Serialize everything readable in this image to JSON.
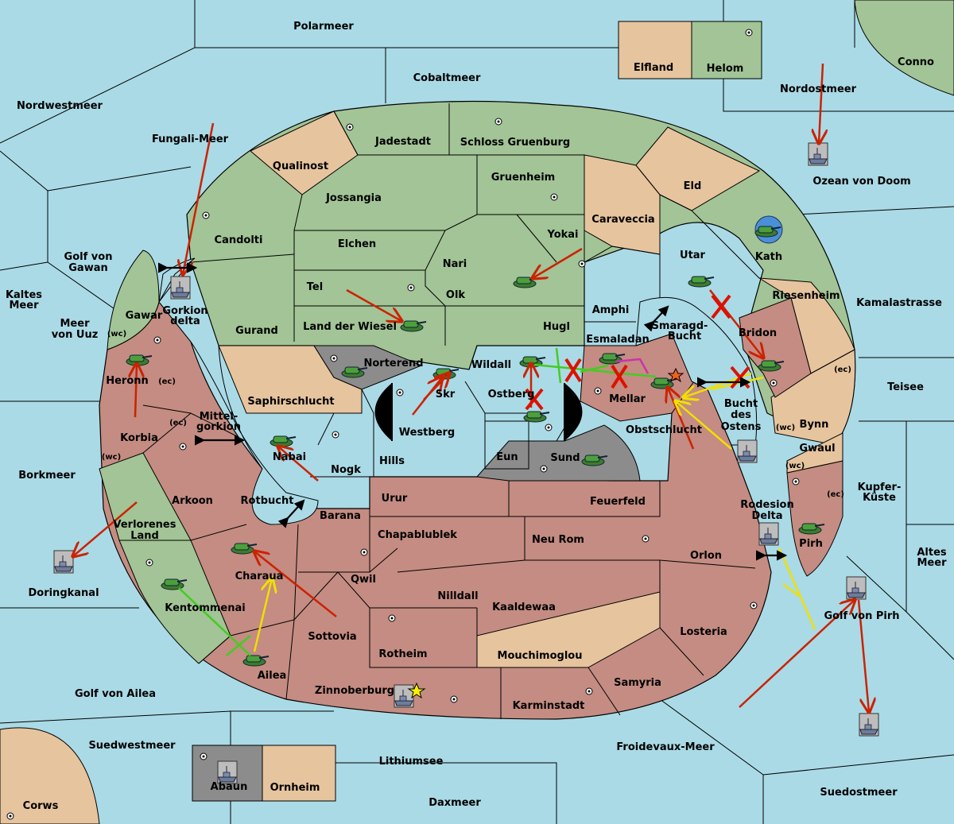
{
  "colors": {
    "sea": "#aadae6",
    "green": "#a2c496",
    "red": "#c48c82",
    "tan": "#e6c49e",
    "grey": "#8c8c8c",
    "order_move": "#cc2200",
    "order_support": "#f0e000",
    "order_convoy": "#44cc22"
  },
  "labels": {
    "polarmeer": "Polarmeer",
    "cobaltmeer": "Cobaltmeer",
    "nordwestmeer": "Nordwestmeer",
    "fungali": "Fungali-Meer",
    "nordostmeer": "Nordostmeer",
    "conno": "Conno",
    "elfland": "Elfland",
    "helom": "Helom",
    "ozean": "Ozean von Doom",
    "kamalastrasse": "Kamalastrasse",
    "teisee": "Teisee",
    "kupfer1": "Kupfer-",
    "kupfer2": "Küste",
    "altes1": "Altes",
    "altes2": "Meer",
    "kaltes1": "Kaltes",
    "kaltes2": "Meer",
    "golfgawan1": "Golf von",
    "golfgawan2": "Gawan",
    "meeruuz1": "Meer",
    "meeruuz2": "von Uuz",
    "borkmeer": "Borkmeer",
    "doringkanal": "Doringkanal",
    "golfailea": "Golf von Ailea",
    "suedwestmeer": "Suedwestmeer",
    "corws": "Corws",
    "lithiumsee": "Lithiumsee",
    "daxmeer": "Daxmeer",
    "froidevaux": "Froidevaux-Meer",
    "suedostmeer": "Suedostmeer",
    "golfpirh": "Golf von Pirh",
    "abaun": "Abaun",
    "ornheim": "Ornheim",
    "jadestadt": "Jadestadt",
    "schloss": "Schloss Gruenburg",
    "qualinost": "Qualinost",
    "gruenheim": "Gruenheim",
    "eld": "Eld",
    "jossangia": "Jossangia",
    "caraveccia": "Caraveccia",
    "candolti": "Candolti",
    "elchen": "Elchen",
    "yokai": "Yokai",
    "nari": "Nari",
    "utar": "Utar",
    "kath": "Kath",
    "tel": "Tel",
    "olk": "Olk",
    "amphi": "Amphi",
    "riesenheim": "Riesenheim",
    "gurand": "Gurand",
    "landwiesel": "Land der Wiesel",
    "hugl": "Hugl",
    "smaragd1": "Smaragd-",
    "smaragd2": "Bucht",
    "bridon": "Bridon",
    "gorkion1": "Gorkion",
    "gorkion2": "delta",
    "gawar": "Gawar",
    "esmaladan": "Esmaladan",
    "norterend": "Norterend",
    "wildall": "Wildall",
    "heronn": "Heronn",
    "ostberg": "Ostberg",
    "mellar": "Mellar",
    "skr": "Skr",
    "saphir": "Saphirschlucht",
    "bucht1": "Bucht",
    "bucht2": "des",
    "bucht3": "Ostens",
    "westberg": "Westberg",
    "obstschlucht": "Obstschlucht",
    "mittel1": "Mittel-",
    "mittel2": "gorkion",
    "korbia": "Korbia",
    "bynn": "Bynn",
    "gwaul": "Gwaul",
    "nabai": "Nabai",
    "hills": "Hills",
    "eun": "Eun",
    "sund": "Sund",
    "nogk": "Nogk",
    "arkoon": "Arkoon",
    "rotbucht": "Rotbucht",
    "urur": "Urur",
    "feuerfeld": "Feuerfeld",
    "rodesion1": "Rodesion",
    "rodesion2": "Delta",
    "barana": "Barana",
    "verlorenes1": "Verlorenes",
    "verlorenes2": "Land",
    "chapa": "Chapablublek",
    "neurom": "Neu Rom",
    "pirh": "Pirh",
    "orlon": "Orlon",
    "charaua": "Charaua",
    "qwil": "Qwil",
    "nilldall": "Nilldall",
    "kaaldewaa": "Kaaldewaa",
    "kentommenai": "Kentommenai",
    "sottovia": "Sottovia",
    "losteria": "Losteria",
    "rotheim": "Rotheim",
    "mouchi": "Mouchimoglou",
    "ailea": "Ailea",
    "samyria": "Samyria",
    "zinnoberburg": "Zinnoberburg",
    "karminstadt": "Karminstadt",
    "wc": "(wc)",
    "ec": "(ec)"
  },
  "units": [
    {
      "kind": "fleet",
      "region": "Ozean von Doom"
    },
    {
      "kind": "fleet",
      "region": "Gorkion delta"
    },
    {
      "kind": "fleet",
      "region": "Doringkanal"
    },
    {
      "kind": "fleet",
      "region": "Bucht des Ostens"
    },
    {
      "kind": "fleet",
      "region": "Rodesion Delta"
    },
    {
      "kind": "fleet",
      "region": "Golf von Pirh"
    },
    {
      "kind": "fleet",
      "region": "Suedostmeer"
    },
    {
      "kind": "fleet",
      "region": "Abaun"
    },
    {
      "kind": "fleet",
      "region": "Zinnoberburg"
    },
    {
      "kind": "army",
      "region": "Kath"
    },
    {
      "kind": "army",
      "region": "Nari"
    },
    {
      "kind": "army",
      "region": "Utar"
    },
    {
      "kind": "army",
      "region": "Land der Wiesel"
    },
    {
      "kind": "army",
      "region": "Norterend"
    },
    {
      "kind": "army",
      "region": "Skr"
    },
    {
      "kind": "army",
      "region": "Wildall"
    },
    {
      "kind": "army",
      "region": "Esmaladan"
    },
    {
      "kind": "army",
      "region": "Mellar"
    },
    {
      "kind": "army",
      "region": "Bridon"
    },
    {
      "kind": "army",
      "region": "Heronn"
    },
    {
      "kind": "army",
      "region": "Ostberg"
    },
    {
      "kind": "army",
      "region": "Nabai"
    },
    {
      "kind": "army",
      "region": "Sund"
    },
    {
      "kind": "army",
      "region": "Pirh"
    },
    {
      "kind": "army",
      "region": "Charaua"
    },
    {
      "kind": "army",
      "region": "Kentommenai"
    },
    {
      "kind": "army",
      "region": "Ailea"
    }
  ]
}
